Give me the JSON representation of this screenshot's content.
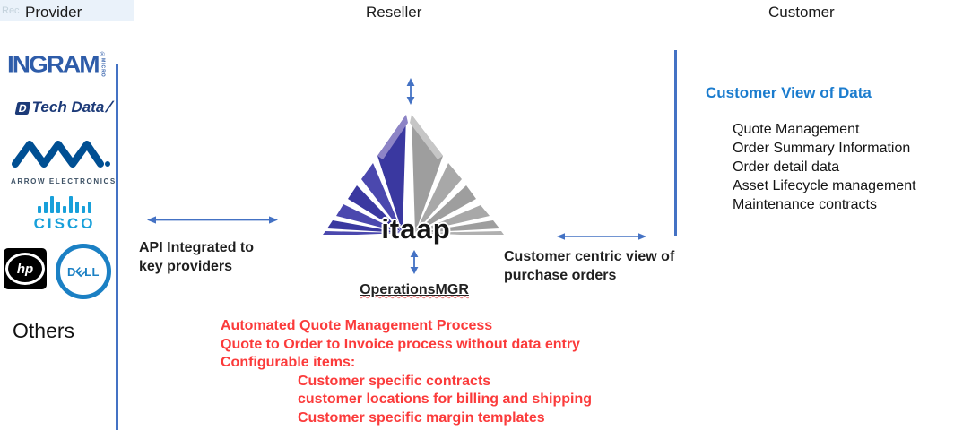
{
  "header": {
    "provider": "Provider",
    "reseller": "Reseller",
    "customer": "Customer",
    "watermark": "Rec"
  },
  "providers": {
    "ingram": {
      "name": "INGRAM",
      "micro": "MICRO",
      "reg": "®"
    },
    "techdata": {
      "mark": "D",
      "name": "Tech Data",
      "slash": "/"
    },
    "arrow": {
      "caption": "ARROW ELECTRONICS"
    },
    "cisco": {
      "name": "CISCO"
    },
    "hp": {
      "name": "hp"
    },
    "dell": {
      "d": "D",
      "e": "E",
      "ll": "LL"
    },
    "others": "Others"
  },
  "center": {
    "logo_text": "itaap",
    "platform": "OperationsMGR",
    "left_label_line1": "API Integrated to",
    "left_label_line2": "key providers",
    "right_label_line1": "Customer centric view of",
    "right_label_line2": "purchase orders"
  },
  "customer_panel": {
    "title": "Customer View of Data",
    "items": [
      "Quote Management",
      "Order Summary Information",
      "Order detail data",
      "Asset Lifecycle management",
      "Maintenance contracts"
    ]
  },
  "features": {
    "lines": [
      "Automated Quote Management Process",
      "Quote to Order to Invoice process without data entry",
      "Configurable items:"
    ],
    "sub_items": [
      "Customer specific contracts",
      "customer locations for billing and shipping",
      "Customer specific margin templates"
    ]
  },
  "colors": {
    "accent_line": "#4472c4",
    "red_text": "#fb3b3b",
    "panel_title_blue": "#1b7cce",
    "pyramid_blue": "#3a38a0",
    "pyramid_gray": "#9e9e9e",
    "cisco_blue": "#18a0da",
    "dell_blue": "#1b80c4",
    "ingram_blue": "#2e5ca9"
  }
}
